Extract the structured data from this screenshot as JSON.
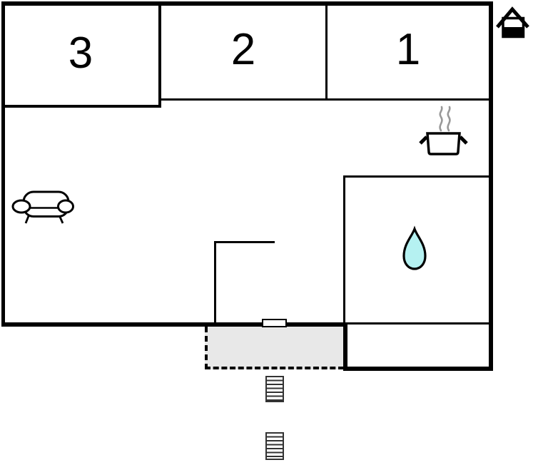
{
  "floorplan": {
    "name": "apartment-floor-plan",
    "rooms": [
      {
        "label": "3"
      },
      {
        "label": "2"
      },
      {
        "label": "1"
      }
    ],
    "icons": [
      "house-icon",
      "steam-pot-icon",
      "sofa-icon",
      "water-drop-icon",
      "stairs-icon"
    ],
    "features": [
      "bedroom-3",
      "bedroom-2",
      "bedroom-1",
      "living-area",
      "kitchen-corner",
      "bathroom",
      "terrace",
      "entrance-stairs",
      "outdoor-stairs"
    ],
    "colors": {
      "wall": "#000000",
      "terrace_fill": "#e8e8e8",
      "terrace_border": "#000000",
      "water_drop_fill": "#b5f1f1",
      "steam": "#999999",
      "stairs_line": "#333333",
      "background": "#ffffff"
    }
  }
}
